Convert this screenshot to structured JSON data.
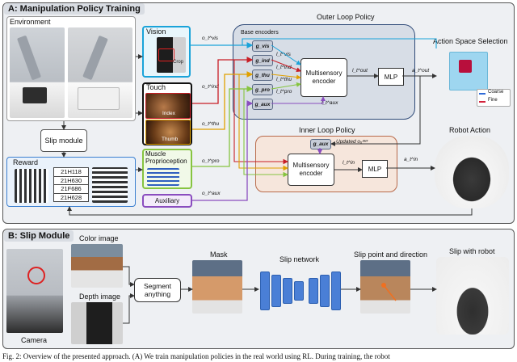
{
  "panel_a": {
    "title": "A: Manipulation Policy Training",
    "environment_label": "Environment",
    "slip_module_label": "Slip module",
    "reward_label": "Reward",
    "reward_codes": [
      "21H118",
      "21H630",
      "21F686",
      "21H628"
    ],
    "vision_label": "Vision",
    "crop_label": "Crop",
    "touch_label": "Touch",
    "index_label": "Index",
    "thumb_label": "Thumb",
    "muscle_label": "Muscle Proprioception",
    "auxiliary_label": "Auxiliary",
    "outer_loop_label": "Outer Loop Policy",
    "base_encoders_label": "Base encoders",
    "multisensory_encoder_label": "Multisensory encoder",
    "mlp_label": "MLP",
    "inner_loop_label": "Inner Loop Policy",
    "updated_label": "Updated oₓᵃᵘˣ",
    "action_space_label": "Action Space Selection",
    "legend_coarse": "Coarse",
    "legend_fine": "Fine",
    "robot_action_label": "Robot Action",
    "encoders": [
      "g_vis",
      "g_ind",
      "g_thu",
      "g_pro",
      "g_aux"
    ],
    "obs_vars": [
      "o_t^vis",
      "o_t^ind",
      "o_t^thu",
      "o_t^pro",
      "o_t^aux"
    ],
    "latent_vars": [
      "l_t^vis",
      "l_t^ind",
      "l_t^thu",
      "l_t^pro",
      "l_t^aux"
    ],
    "out_vars": [
      "l_t^out",
      "a_t^out",
      "l_t^in",
      "a_t^in"
    ],
    "g_aux_inner": "g_aux"
  },
  "panel_b": {
    "title": "B: Slip Module",
    "color_image_label": "Color image",
    "depth_image_label": "Depth image",
    "camera_label": "Camera",
    "segment_label": "Segment anything",
    "mask_label": "Mask",
    "slip_network_label": "Slip network",
    "slip_point_label": "Slip point and direction",
    "slip_robot_label": "Slip with robot"
  },
  "caption": "Fig. 2: Overview of the presented approach. (A) We train manipulation policies in the real world using RL. During training, the robot",
  "colors": {
    "panel_bg": "#eef0f3",
    "vision": "#1aa3d9",
    "touch": "#e0a000",
    "muscle": "#86c440",
    "aux": "#8a4dbf",
    "outer_loop": "#d7dde6",
    "inner_loop": "#f6e6dc"
  }
}
